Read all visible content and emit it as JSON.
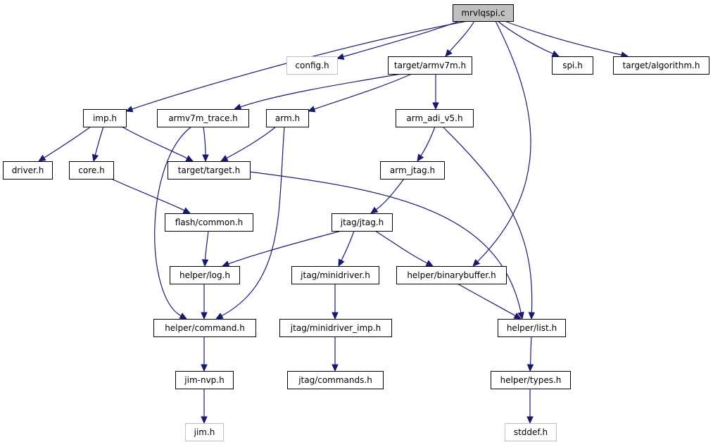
{
  "graph": {
    "edge_color": "#191970",
    "root_fill": "#bfbfbf",
    "missing_border": "#bfbfbf",
    "nodes": [
      {
        "id": "mrvlqspi",
        "label": "mrvlqspi.c",
        "style": "root"
      },
      {
        "id": "config",
        "label": "config.h",
        "style": "missing"
      },
      {
        "id": "armv7m",
        "label": "target/armv7m.h",
        "style": "normal"
      },
      {
        "id": "spi",
        "label": "spi.h",
        "style": "normal"
      },
      {
        "id": "algorithm",
        "label": "target/algorithm.h",
        "style": "normal"
      },
      {
        "id": "imp",
        "label": "imp.h",
        "style": "normal"
      },
      {
        "id": "armv7m_trace",
        "label": "armv7m_trace.h",
        "style": "normal"
      },
      {
        "id": "arm",
        "label": "arm.h",
        "style": "normal"
      },
      {
        "id": "arm_adi_v5",
        "label": "arm_adi_v5.h",
        "style": "normal"
      },
      {
        "id": "driver",
        "label": "driver.h",
        "style": "normal"
      },
      {
        "id": "core",
        "label": "core.h",
        "style": "normal"
      },
      {
        "id": "target",
        "label": "target/target.h",
        "style": "normal"
      },
      {
        "id": "arm_jtag",
        "label": "arm_jtag.h",
        "style": "normal"
      },
      {
        "id": "flash_common",
        "label": "flash/common.h",
        "style": "normal"
      },
      {
        "id": "jtag",
        "label": "jtag/jtag.h",
        "style": "normal"
      },
      {
        "id": "log",
        "label": "helper/log.h",
        "style": "normal"
      },
      {
        "id": "minidriver",
        "label": "jtag/minidriver.h",
        "style": "normal"
      },
      {
        "id": "binarybuffer",
        "label": "helper/binarybuffer.h",
        "style": "normal"
      },
      {
        "id": "command",
        "label": "helper/command.h",
        "style": "normal"
      },
      {
        "id": "minidriver_imp",
        "label": "jtag/minidriver_imp.h",
        "style": "normal"
      },
      {
        "id": "list",
        "label": "helper/list.h",
        "style": "normal"
      },
      {
        "id": "jim_nvp",
        "label": "jim-nvp.h",
        "style": "normal"
      },
      {
        "id": "commands",
        "label": "jtag/commands.h",
        "style": "normal"
      },
      {
        "id": "types",
        "label": "helper/types.h",
        "style": "normal"
      },
      {
        "id": "jim",
        "label": "jim.h",
        "style": "missing"
      },
      {
        "id": "stddef",
        "label": "stddef.h",
        "style": "missing"
      }
    ],
    "edges": [
      [
        "mrvlqspi",
        "config"
      ],
      [
        "mrvlqspi",
        "armv7m"
      ],
      [
        "mrvlqspi",
        "spi"
      ],
      [
        "mrvlqspi",
        "algorithm"
      ],
      [
        "mrvlqspi",
        "imp"
      ],
      [
        "mrvlqspi",
        "binarybuffer"
      ],
      [
        "armv7m",
        "armv7m_trace"
      ],
      [
        "armv7m",
        "arm"
      ],
      [
        "armv7m",
        "arm_adi_v5"
      ],
      [
        "imp",
        "driver"
      ],
      [
        "imp",
        "core"
      ],
      [
        "imp",
        "target"
      ],
      [
        "armv7m_trace",
        "target"
      ],
      [
        "armv7m_trace",
        "command"
      ],
      [
        "arm",
        "target"
      ],
      [
        "arm",
        "command"
      ],
      [
        "arm_adi_v5",
        "arm_jtag"
      ],
      [
        "arm_adi_v5",
        "list"
      ],
      [
        "target",
        "list"
      ],
      [
        "core",
        "flash_common"
      ],
      [
        "arm_jtag",
        "jtag"
      ],
      [
        "flash_common",
        "log"
      ],
      [
        "jtag",
        "log"
      ],
      [
        "jtag",
        "minidriver"
      ],
      [
        "jtag",
        "binarybuffer"
      ],
      [
        "log",
        "command"
      ],
      [
        "minidriver",
        "minidriver_imp"
      ],
      [
        "binarybuffer",
        "list"
      ],
      [
        "command",
        "jim_nvp"
      ],
      [
        "minidriver_imp",
        "commands"
      ],
      [
        "list",
        "types"
      ],
      [
        "jim_nvp",
        "jim"
      ],
      [
        "types",
        "stddef"
      ]
    ]
  }
}
